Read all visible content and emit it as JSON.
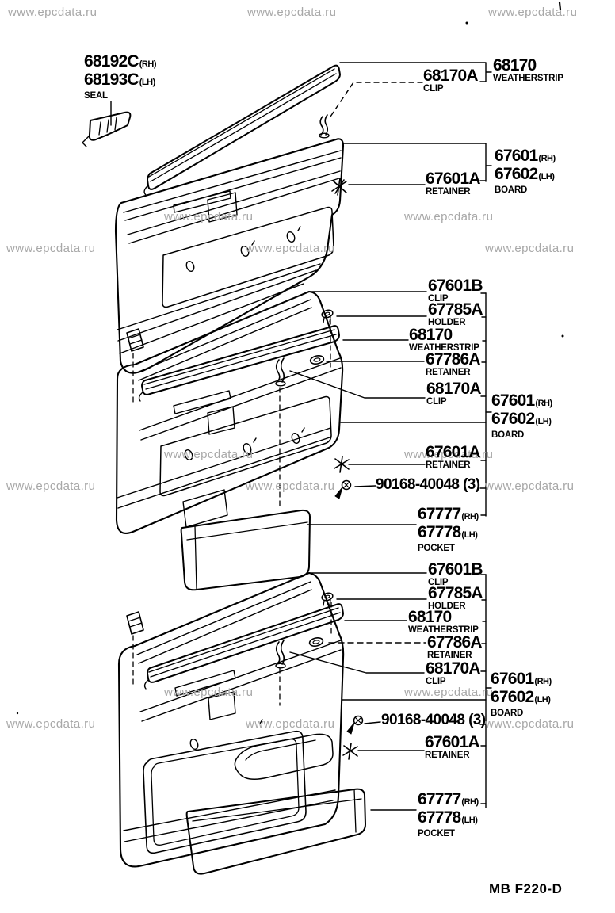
{
  "watermark": {
    "text": "www.epcdata.ru",
    "color": "#a8a8a8"
  },
  "footer": {
    "code": "MB F220-D"
  },
  "callouts": {
    "seal": {
      "n1": "68192C",
      "q1": "(RH)",
      "n2": "68193C",
      "q2": "(LH)",
      "d": "SEAL"
    },
    "s1_clip": {
      "n": "68170A",
      "d": "CLIP"
    },
    "s1_ws": {
      "n": "68170",
      "d": "WEATHERSTRIP"
    },
    "s1_board": {
      "n1": "67601",
      "q1": "(RH)",
      "n2": "67602",
      "q2": "(LH)",
      "d": "BOARD"
    },
    "s1_ret": {
      "n": "67601A",
      "d": "RETAINER"
    },
    "s2_clipb": {
      "n": "67601B",
      "d": "CLIP"
    },
    "s2_holder": {
      "n": "67785A",
      "d": "HOLDER"
    },
    "s2_ws": {
      "n": "68170",
      "d": "WEATHERSTRIP"
    },
    "s2_ret786": {
      "n": "67786A",
      "d": "RETAINER"
    },
    "s2_clipa": {
      "n": "68170A",
      "d": "CLIP"
    },
    "s2_board": {
      "n1": "67601",
      "q1": "(RH)",
      "n2": "67602",
      "q2": "(LH)",
      "d": "BOARD"
    },
    "s2_ret601": {
      "n": "67601A",
      "d": "RETAINER"
    },
    "s2_screws": {
      "n": "90168-40048 (3)"
    },
    "s2_pocket": {
      "n1": "67777",
      "q1": "(RH)",
      "n2": "67778",
      "q2": "(LH)",
      "d": "POCKET"
    },
    "s3_clipb": {
      "n": "67601B",
      "d": "CLIP"
    },
    "s3_holder": {
      "n": "67785A",
      "d": "HOLDER"
    },
    "s3_ws": {
      "n": "68170",
      "d": "WEATHERSTRIP"
    },
    "s3_ret786": {
      "n": "67786A",
      "d": "RETAINER"
    },
    "s3_clipa": {
      "n": "68170A",
      "d": "CLIP"
    },
    "s3_board": {
      "n1": "67601",
      "q1": "(RH)",
      "n2": "67602",
      "q2": "(LH)",
      "d": "BOARD"
    },
    "s3_screws": {
      "n": "90168-40048 (3)"
    },
    "s3_ret601": {
      "n": "67601A",
      "d": "RETAINER"
    },
    "s3_pocket": {
      "n1": "67777",
      "q1": "(RH)",
      "n2": "67778",
      "q2": "(LH)",
      "d": "POCKET"
    }
  }
}
